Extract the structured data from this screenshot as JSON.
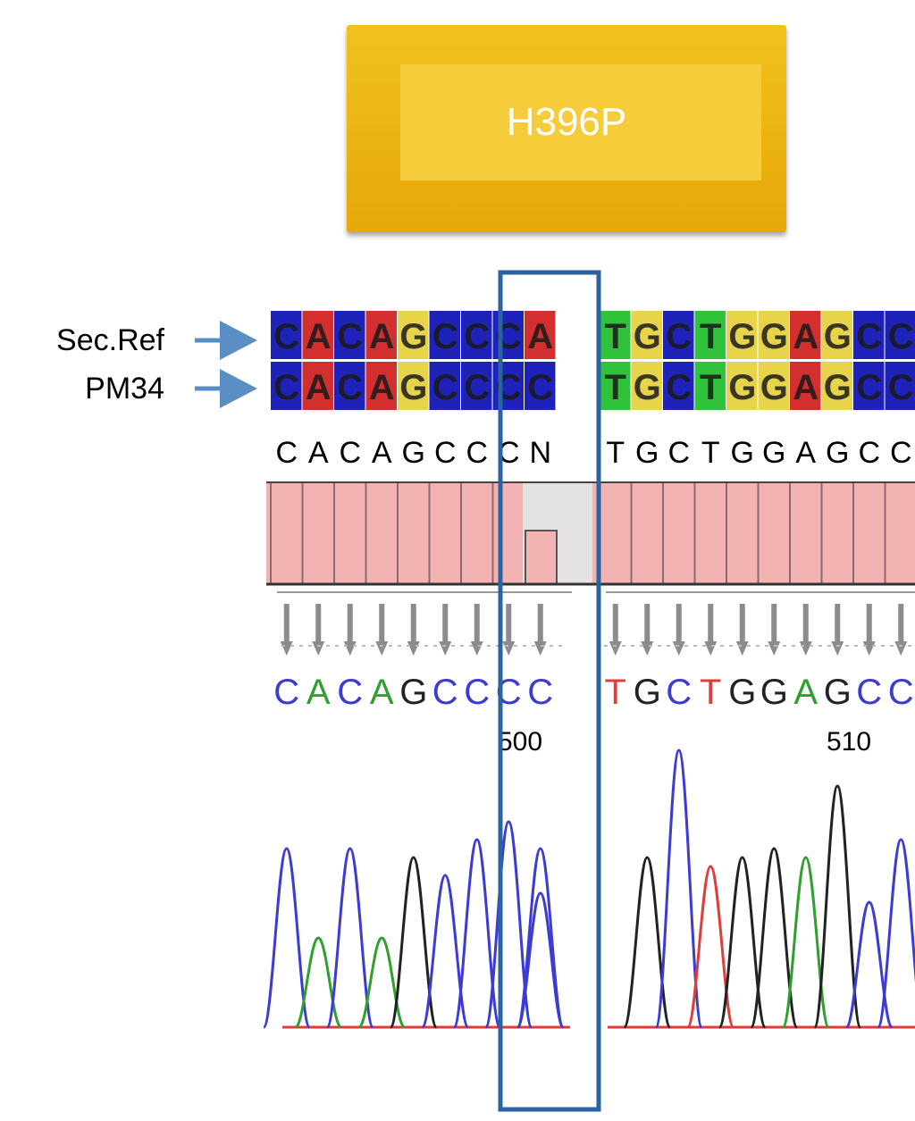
{
  "title": "H396P",
  "rows": [
    {
      "label": "Sec.Ref",
      "left": [
        "C",
        "A",
        "C",
        "A",
        "G",
        "C",
        "C",
        "C",
        "A"
      ],
      "right": [
        "T",
        "G",
        "C",
        "T",
        "G",
        "G",
        "A",
        "G",
        "C",
        "C"
      ]
    },
    {
      "label": "PM34",
      "left": [
        "C",
        "A",
        "C",
        "A",
        "G",
        "C",
        "C",
        "C",
        "C"
      ],
      "right": [
        "T",
        "G",
        "C",
        "T",
        "G",
        "G",
        "A",
        "G",
        "C",
        "C"
      ]
    }
  ],
  "consensus": {
    "left": "CACAGCCCN",
    "right": "TGCTGGAGCC"
  },
  "basecalls": {
    "left": "CACAGCCCC",
    "right": "TGCTGGAGCC"
  },
  "positions": [
    {
      "label": "500",
      "index": 8
    },
    {
      "label": "510",
      "index": 17
    }
  ],
  "base_colors": {
    "A": "#d42f2f",
    "C": "#1e22b8",
    "G": "#e8d44a",
    "T": "#2fc23a"
  },
  "trace_colors": {
    "A": "#2fa02f",
    "C": "#3c3cd2",
    "G": "#222222",
    "T": "#e03c3c"
  },
  "highlight_color": "#2a63a0",
  "quality_color": "#f4b3b3",
  "arrow_color": "#5b8ec4"
}
